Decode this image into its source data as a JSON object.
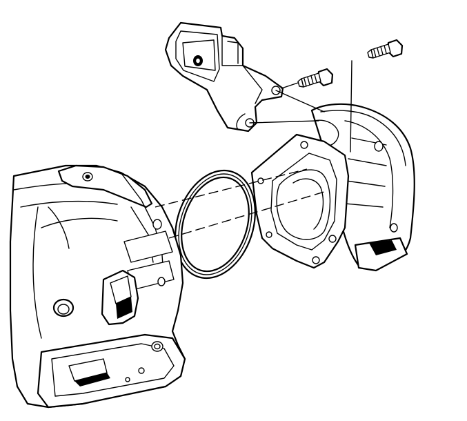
{
  "diagram": {
    "type": "exploded-assembly-illustration",
    "colors": {
      "line": "#000000",
      "background": "#ffffff"
    },
    "parts": [
      "transmission-case",
      "extension-housing-seal-ring",
      "extension-housing",
      "mounting-bracket",
      "bracket-bolt-upper",
      "bracket-bolt-lower"
    ]
  }
}
